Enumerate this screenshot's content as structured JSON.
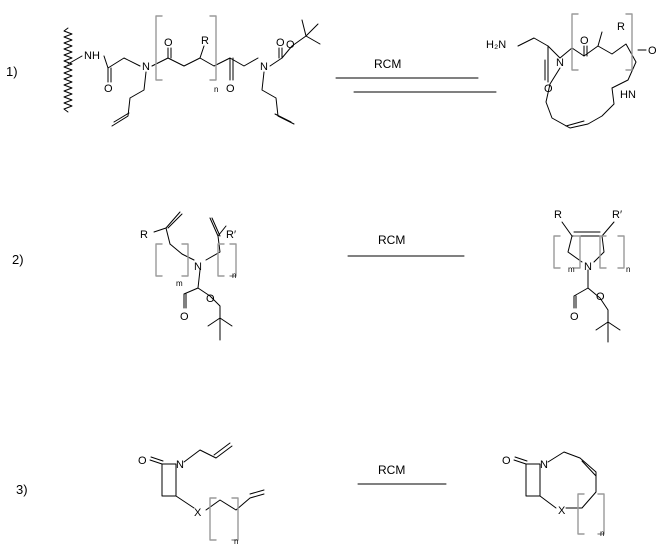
{
  "reactions": [
    {
      "number": "1)",
      "arrow_label": "RCM",
      "reactant_labels": {
        "nh": "NH",
        "o1": "O",
        "n1": "N",
        "o2": "O",
        "n_sub": "n",
        "r": "R",
        "o3": "O",
        "n2": "N",
        "o4": "O",
        "o5": "O"
      },
      "product_labels": {
        "h2n": "H₂N",
        "o1": "O",
        "n1": "N",
        "o2": "O",
        "r": "R",
        "o3": "O",
        "hn": "HN"
      }
    },
    {
      "number": "2)",
      "arrow_label": "RCM",
      "reactant_labels": {
        "r": "R",
        "r_prime": "R′",
        "n": "N",
        "m_sub": "m",
        "n_sub": "n",
        "o1": "O",
        "o2": "O"
      },
      "product_labels": {
        "r": "R",
        "r_prime": "R′",
        "n": "N",
        "m_sub": "m",
        "n_sub": "n",
        "o1": "O",
        "o2": "O"
      }
    },
    {
      "number": "3)",
      "arrow_label": "RCM",
      "reactant_labels": {
        "o": "O",
        "n": "N",
        "x": "X",
        "n_sub": "n"
      },
      "product_labels": {
        "o": "O",
        "n": "N",
        "x": "X",
        "n_sub": "n"
      }
    }
  ]
}
